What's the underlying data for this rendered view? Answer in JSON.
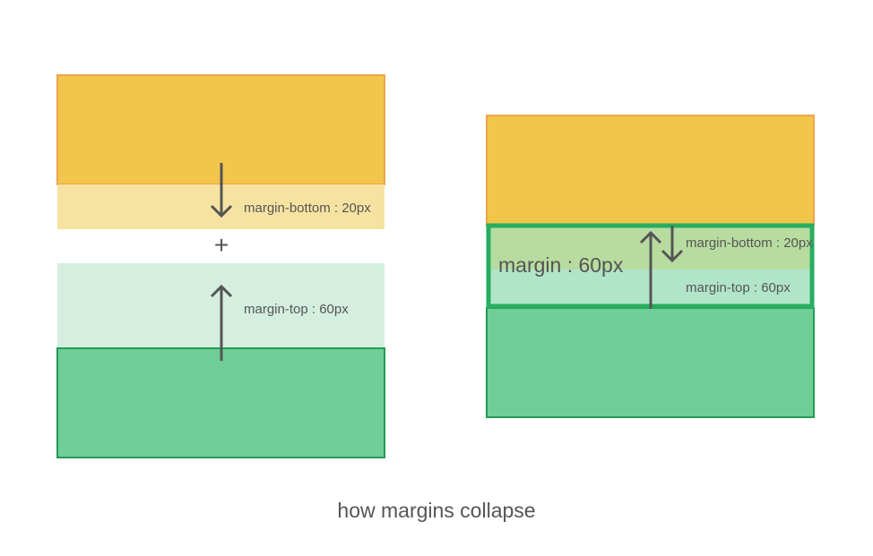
{
  "diagram": {
    "caption": "how margins collapse",
    "left": {
      "margin_bottom_label": "margin-bottom : 20px",
      "plus_symbol": "+",
      "margin_top_label": "margin-top : 60px"
    },
    "right": {
      "collapsed_label": "margin : 60px",
      "margin_bottom_label": "margin-bottom : 20px",
      "margin_top_label": "margin-top : 60px"
    },
    "colors": {
      "top_box_fill": "#f2c64b",
      "top_box_border": "#f0a34b",
      "bottom_margin_fill": "#f7e3a1",
      "top_margin_fill": "#d4efe0",
      "bottom_box_fill": "#6fcf97",
      "bottom_box_border": "#239b56",
      "overlap_fill_top": "#b8dca0",
      "overlap_fill_bottom": "#b1e5ca",
      "collapsed_border": "#27ae60",
      "arrow": "#555555",
      "text": "#555555"
    }
  }
}
